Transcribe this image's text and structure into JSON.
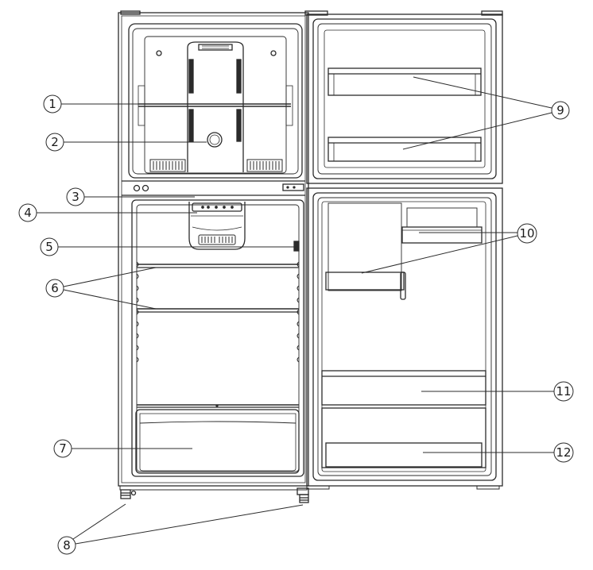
{
  "callouts": [
    {
      "id": "1",
      "label": "1"
    },
    {
      "id": "2",
      "label": "2"
    },
    {
      "id": "3",
      "label": "3"
    },
    {
      "id": "4",
      "label": "4"
    },
    {
      "id": "5",
      "label": "5"
    },
    {
      "id": "6",
      "label": "6"
    },
    {
      "id": "7",
      "label": "7"
    },
    {
      "id": "8",
      "label": "8"
    },
    {
      "id": "9",
      "label": "9"
    },
    {
      "id": "10",
      "label": "10"
    },
    {
      "id": "11",
      "label": "11"
    },
    {
      "id": "12",
      "label": "12"
    }
  ],
  "colors": {
    "line": "#2b2b2b",
    "fill": "#ffffff",
    "shade": "#d9d9d9"
  }
}
